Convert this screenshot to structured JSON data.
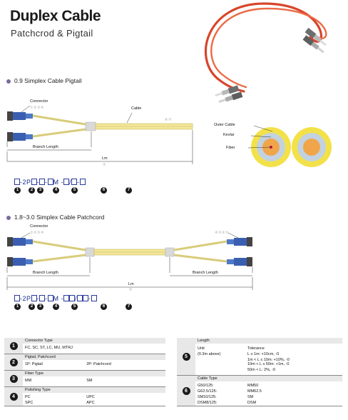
{
  "header": {
    "title": "Duplex Cable",
    "subtitle": "Patchcrod & Pigtail"
  },
  "pigtail": {
    "heading": "0.9 Simplex Cable Pigtail",
    "connector_label": "Connector",
    "connector_nums": "①②③④",
    "cable_label": "Cable",
    "cable_nums": "⑥⑦",
    "branch_label": "Branch Length",
    "lm_label": "Lm",
    "lm_num": "⑤",
    "code": {
      "p1": "-2P",
      "p2": "-",
      "p3": "-",
      "p4": "M -",
      "p5": "/",
      "p6": "-"
    },
    "code_nums": [
      "1",
      "2",
      "3",
      "4",
      "5",
      "6",
      "7"
    ]
  },
  "cross_section": {
    "outer_cable": "Outer Cable",
    "kevlar": "Kevlar",
    "fiber": "Fiber"
  },
  "patchcord": {
    "heading": "1.8~3.0 Simplex Cable Patchcord",
    "connector_label": "Connector",
    "connector_nums_left": "①②③④",
    "connector_nums_right": "④③②①",
    "branch_label_left": "Branch Length",
    "branch_label_right": "Branch Length",
    "lm_label": "Lm",
    "lm_num": "⑤",
    "code": {
      "p1": "-2P",
      "p2": "-",
      "p3": "-",
      "p4": "M -",
      "p5": "/",
      "p6": "-"
    },
    "code_nums": [
      "1",
      "2",
      "3",
      "4",
      "5",
      "6",
      "7"
    ]
  },
  "spec_left": [
    {
      "num": "1",
      "title": "Connector Type",
      "rows": [
        [
          "FC, SC, ST, LC, MU, MTRJ",
          ""
        ]
      ]
    },
    {
      "num": "2",
      "title": "Pigtail, Patchcord",
      "rows": [
        [
          "1P: Pigtail",
          "2P: Patchcord"
        ]
      ]
    },
    {
      "num": "3",
      "title": "Fiber Type",
      "rows": [
        [
          "MM",
          "SM"
        ]
      ]
    },
    {
      "num": "4",
      "title": "Polishing Type",
      "rows": [
        [
          "PC",
          "UPC"
        ],
        [
          "SPC",
          "APC"
        ]
      ]
    }
  ],
  "spec_right": {
    "length": {
      "num": "5",
      "title": "Length",
      "unit_label": "Unit",
      "unit_value": "(0.3m above)",
      "tol_label": "Tolerance",
      "tolerances": [
        "L ≤ 1m: +10cm, -0",
        "1m < L ≤ 10m: +10%, -0",
        "10m < L ≤ 50m: +1m, -0",
        "50m < L: 2%, -0"
      ]
    },
    "cable": {
      "num": "6",
      "title": "Cable Type",
      "rows": [
        [
          "G50/125:",
          "MM50"
        ],
        [
          "G62.5/125:",
          "MM62.5"
        ],
        [
          "SM10/125:",
          "SM"
        ],
        [
          "DSM8/125:",
          "DSM"
        ]
      ]
    }
  },
  "colors": {
    "cable_yellow": "#f2e79a",
    "connector_blue": "#3a5fb0",
    "jacket_orange": "#e05a2a",
    "cross_yellow": "#f3e14a",
    "code_blue": "#1a2a8a"
  }
}
